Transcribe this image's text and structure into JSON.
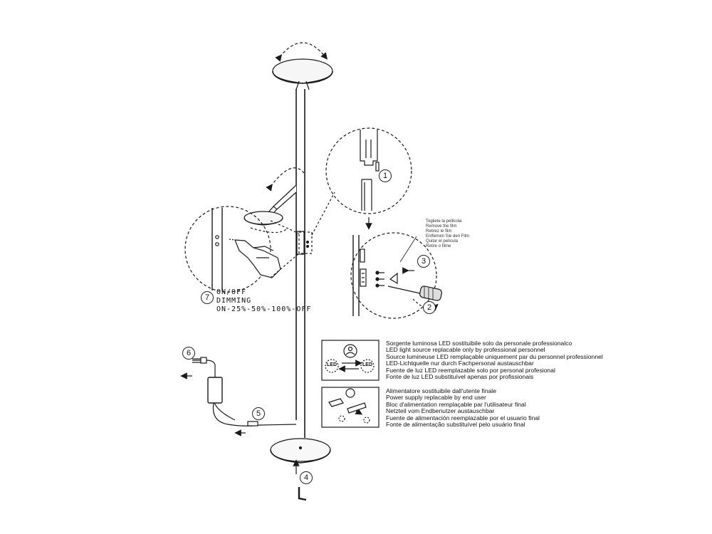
{
  "callouts": {
    "step1": "1",
    "step2": "2",
    "step3": "3",
    "step4": "4",
    "step5": "5",
    "step6": "6",
    "step7": "7"
  },
  "switch_instructions": {
    "line1": "ON/OFF",
    "line2": "DIMMING",
    "line3": "ON-25%-50%-100%-OFF"
  },
  "remove_film_notes": [
    "Togliete la pellicola",
    "Remove the film",
    "Retirez le film",
    "Entfernen Sie den Film",
    "Quitar el película",
    "Retire o filme"
  ],
  "led_notice": [
    "Sorgente luminosa LED sostituibile solo da personale professionalco",
    "LED light source replacable only by professional personnel",
    "Source lumineuse LED remplaçable uniquement par du personnel professionnel",
    "LED-Lichtquelle nur durch Fachpersonal austauschbar",
    "Fuente de luz LED reemplazable solo por personal profesional",
    "Fonte de luz LED substituível apenas por profissionais"
  ],
  "power_supply_notice": [
    "Alimentatore sostituibile dall'utente finale",
    "Power supply replacable by end user",
    "Bloc d'alimentation remplaçable par l'utilisateur final",
    "Netzteil vom Endbenutzer austauschbar",
    "Fuente de alimentación reemplazable por el usuario final",
    "Fonte de alimentação substituível pelo usuário final"
  ],
  "led_icon_label": "LED"
}
